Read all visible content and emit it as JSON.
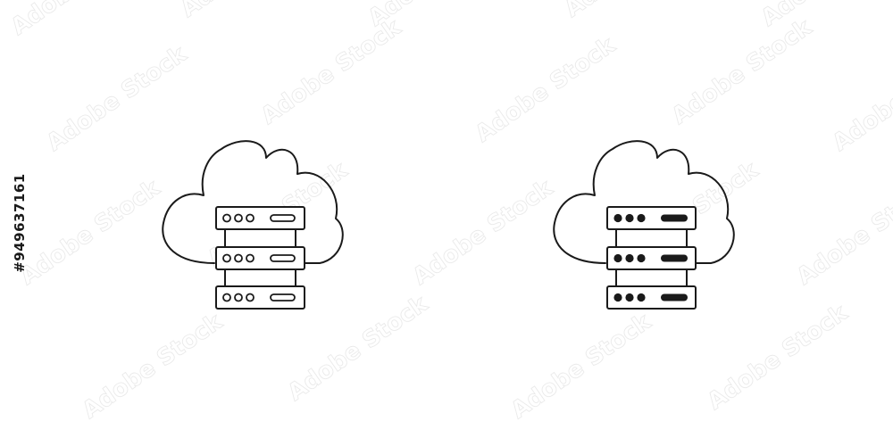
{
  "watermark": {
    "brand_text": "Adobe Stock"
  },
  "side_label": {
    "stock_id": "#949637161"
  },
  "icons": [
    {
      "name": "cloud-server-outline-icon",
      "style": "outline"
    },
    {
      "name": "cloud-server-filled-icon",
      "style": "filled"
    }
  ],
  "colors": {
    "stroke": "#1a1a1a",
    "background": "#ffffff",
    "watermark": "#d9d9d9"
  }
}
